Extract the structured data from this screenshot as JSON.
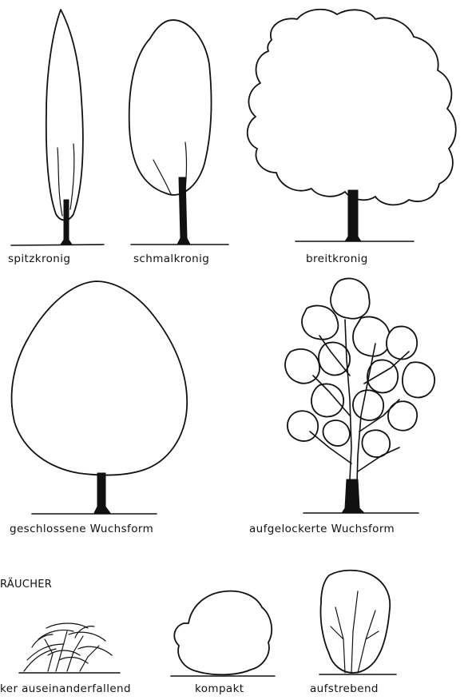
{
  "trees_row1": [
    {
      "label": "spitzkronig"
    },
    {
      "label": "schmalkronig"
    },
    {
      "label": "breitkronig"
    }
  ],
  "trees_row2": [
    {
      "label": "geschlossene Wuchsform"
    },
    {
      "label": "aufgelockerte Wuchsform"
    }
  ],
  "shrubs_section": {
    "title": "RÄUCHER",
    "items": [
      {
        "label": "ker auseinanderfallend"
      },
      {
        "label": "kompakt"
      },
      {
        "label": "aufstrebend"
      }
    ]
  }
}
